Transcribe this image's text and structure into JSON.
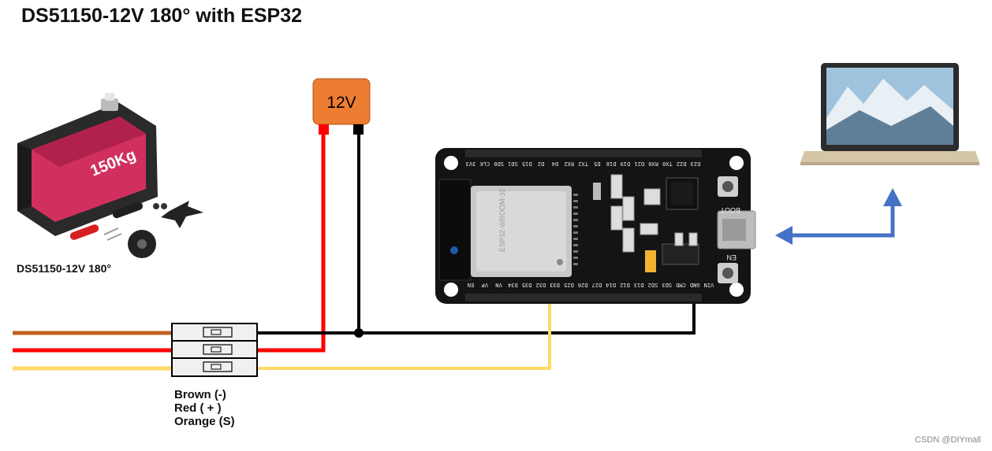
{
  "title": "DS51150-12V 180° with ESP32",
  "servo": {
    "caption": "DS51150-12V 180°",
    "case_text": "150Kg"
  },
  "power": {
    "label": "12V"
  },
  "wires": {
    "legend": [
      "Brown (-)",
      "Red ( + )",
      "Orange (S)"
    ],
    "colors": {
      "brown": "#c0611f",
      "red": "#ff0000",
      "orange": "#ffd966",
      "black": "#000000",
      "arrow": "#4472c4"
    }
  },
  "esp32": {
    "top_pins": [
      "3V3",
      "CLK",
      "SD0",
      "SD1",
      "D15",
      "D2",
      "D4",
      "RX2",
      "TX2",
      "D5",
      "D18",
      "D19",
      "D21",
      "RX0",
      "TX0",
      "D22",
      "D23"
    ],
    "bottom_pins": [
      "EN",
      "VP",
      "VN",
      "D34",
      "D35",
      "D32",
      "D33",
      "D25",
      "D26",
      "D27",
      "D14",
      "D12",
      "D13",
      "SD2",
      "SD3",
      "CMD",
      "GND",
      "VIN"
    ],
    "boot_label": "BOOT",
    "en_label": "EN",
    "module_text": "ESP32-WROOM-32"
  },
  "watermark": "CSDN @DIYmall"
}
